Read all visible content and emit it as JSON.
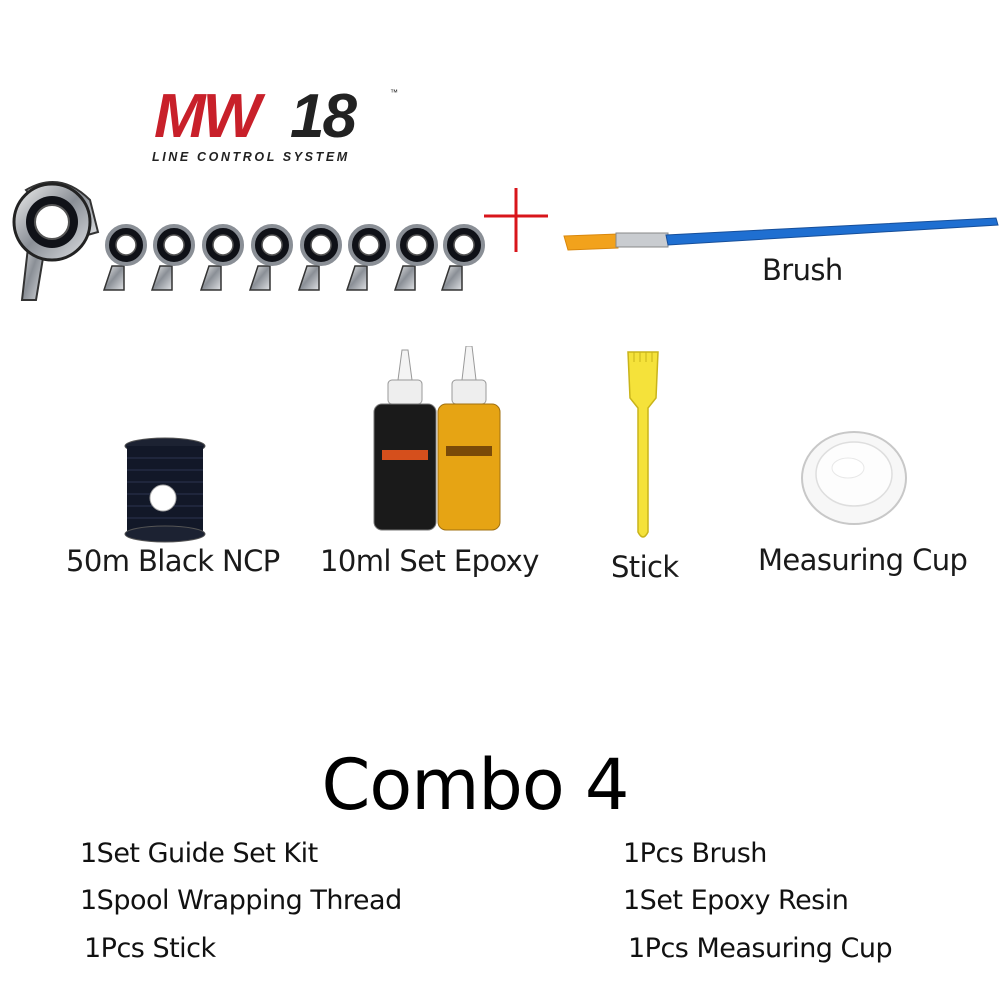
{
  "logo": {
    "brand": "MW",
    "number": "18",
    "trademark": "™",
    "tagline": "LINE CONTROL SYSTEM"
  },
  "labels": {
    "brush": "Brush",
    "thread": "50m Black NCP",
    "epoxy": "10ml Set Epoxy",
    "stick": "Stick",
    "cup": "Measuring Cup"
  },
  "title": "Combo 4",
  "list_left": [
    "1Set Guide Set Kit",
    "1Spool Wrapping Thread",
    "1Pcs Stick"
  ],
  "list_right": [
    "1Pcs Brush",
    "1Set Epoxy Resin",
    "1Pcs Measuring Cup"
  ],
  "colors": {
    "logo_red": "#c8202a",
    "plus_red": "#d8151b",
    "brush_blue": "#1f6fd1",
    "stick_yellow": "#f5e23a"
  }
}
